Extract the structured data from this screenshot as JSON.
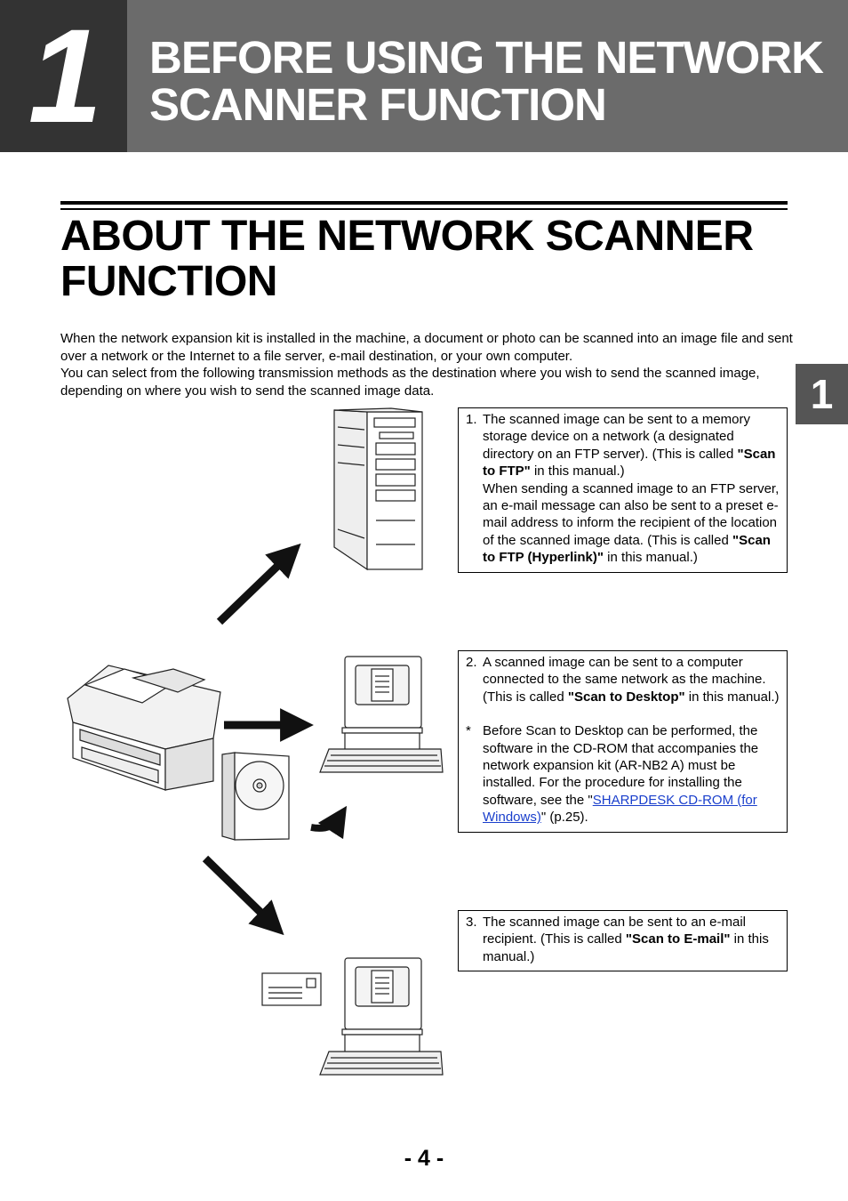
{
  "chapter": {
    "number": "1",
    "title": "BEFORE USING THE NETWORK SCANNER FUNCTION"
  },
  "section": {
    "title": "ABOUT THE NETWORK SCANNER FUNCTION"
  },
  "intro": {
    "p1": "When the network expansion kit is installed in the machine, a document or photo can be scanned into an image file and sent over a network or the Internet to a file server, e-mail destination, or your own computer.",
    "p2": "You can select from the following transmission methods as the destination where you wish to send the scanned image, depending on where you wish to send the scanned image data."
  },
  "side_tab": "1",
  "method1": {
    "marker": "1.",
    "text_a": "The scanned image can be sent to a memory storage device on a network (a designated directory on an FTP server). (This is called ",
    "bold_a": "\"Scan to FTP\"",
    "text_b": " in this manual.)",
    "text_c": "When sending a scanned image to an FTP server, an e-mail message can also be sent to a preset e-mail address to inform the recipient of the location of the scanned image data. (This is called ",
    "bold_b": "\"Scan to FTP (Hyperlink)\"",
    "text_d": " in this manual.)"
  },
  "method2": {
    "marker": "2.",
    "text_a": "A scanned image can be sent to a computer connected to the same network as the machine. (This is called ",
    "bold_a": "\"Scan to Desktop\"",
    "text_b": " in this manual.)",
    "note_marker": "*",
    "note_a": "Before Scan to Desktop can be performed, the software in the CD-ROM that accompanies the network expansion kit (AR-NB2 A) must be installed. For the procedure for installing the software, see the \"",
    "note_link": "SHARPDESK CD-ROM (for Windows)",
    "note_b": "\" (p.25)."
  },
  "method3": {
    "marker": "3.",
    "text_a": "The scanned image can be sent to an e-mail recipient. (This is called ",
    "bold_a": "\"Scan to E-mail\"",
    "text_b": " in this manual.)"
  },
  "page_number": "- 4 -",
  "colors": {
    "header_band": "#6b6b6b",
    "chapter_box": "#333333",
    "side_tab": "#555555",
    "link": "#1a3fcc"
  },
  "icons": {
    "server": "ftp-server-tower-icon",
    "desktop": "desktop-computer-icon",
    "copier": "copier-scanner-icon",
    "cd": "cd-rom-case-icon",
    "mail": "envelope-icon"
  }
}
